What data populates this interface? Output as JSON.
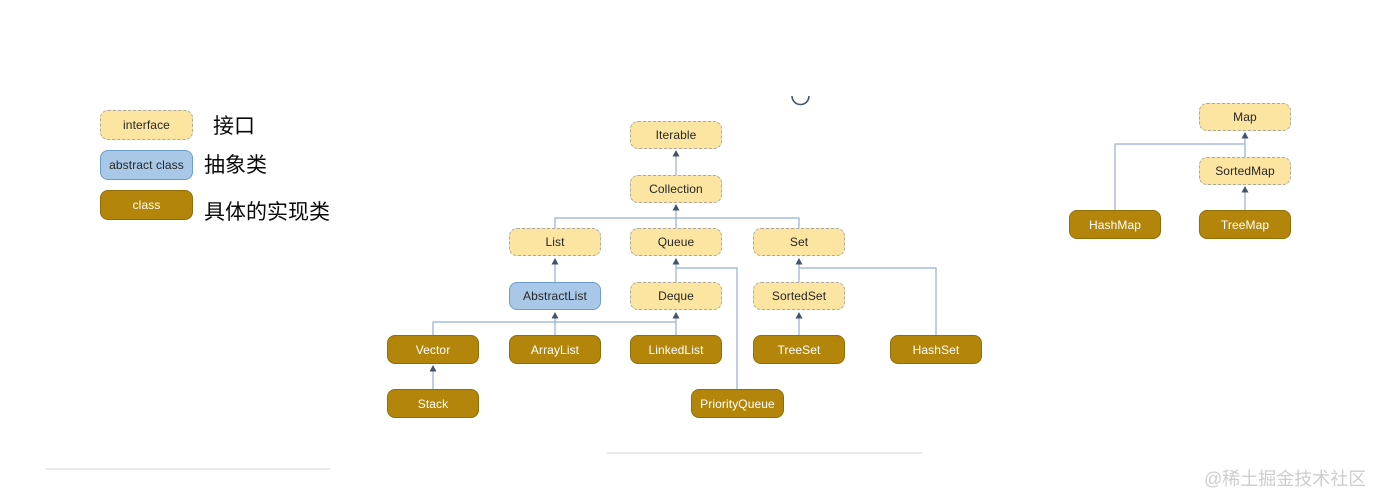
{
  "legend": {
    "items": [
      {
        "box_label": "interface",
        "label": "接口"
      },
      {
        "box_label": "abstract class",
        "label": "抽象类"
      },
      {
        "box_label": "class",
        "label": "具体的实现类"
      }
    ]
  },
  "diagram": {
    "nodes": {
      "iterable": {
        "label": "Iterable",
        "type": "interface"
      },
      "collection": {
        "label": "Collection",
        "type": "interface"
      },
      "list": {
        "label": "List",
        "type": "interface"
      },
      "queue": {
        "label": "Queue",
        "type": "interface"
      },
      "set": {
        "label": "Set",
        "type": "interface"
      },
      "abstractlist": {
        "label": "AbstractList",
        "type": "abstract class"
      },
      "deque": {
        "label": "Deque",
        "type": "interface"
      },
      "sortedset": {
        "label": "SortedSet",
        "type": "interface"
      },
      "vector": {
        "label": "Vector",
        "type": "class"
      },
      "arraylist": {
        "label": "ArrayList",
        "type": "class"
      },
      "linkedlist": {
        "label": "LinkedList",
        "type": "class"
      },
      "treeset": {
        "label": "TreeSet",
        "type": "class"
      },
      "hashset": {
        "label": "HashSet",
        "type": "class"
      },
      "stack": {
        "label": "Stack",
        "type": "class"
      },
      "priorityqueue": {
        "label": "PriorityQueue",
        "type": "class"
      },
      "map": {
        "label": "Map",
        "type": "interface"
      },
      "sortedmap": {
        "label": "SortedMap",
        "type": "interface"
      },
      "hashmap": {
        "label": "HashMap",
        "type": "class"
      },
      "treemap": {
        "label": "TreeMap",
        "type": "class"
      }
    },
    "edges": [
      {
        "child": "Collection",
        "parent": "Iterable"
      },
      {
        "child": "List",
        "parent": "Collection"
      },
      {
        "child": "Queue",
        "parent": "Collection"
      },
      {
        "child": "Set",
        "parent": "Collection"
      },
      {
        "child": "AbstractList",
        "parent": "List"
      },
      {
        "child": "Deque",
        "parent": "Queue"
      },
      {
        "child": "PriorityQueue",
        "parent": "Queue"
      },
      {
        "child": "SortedSet",
        "parent": "Set"
      },
      {
        "child": "HashSet",
        "parent": "Set"
      },
      {
        "child": "Vector",
        "parent": "AbstractList"
      },
      {
        "child": "ArrayList",
        "parent": "AbstractList"
      },
      {
        "child": "LinkedList",
        "parent": "Deque"
      },
      {
        "child": "TreeSet",
        "parent": "SortedSet"
      },
      {
        "child": "Stack",
        "parent": "Vector"
      },
      {
        "child": "SortedMap",
        "parent": "Map"
      },
      {
        "child": "HashMap",
        "parent": "Map"
      },
      {
        "child": "TreeMap",
        "parent": "SortedMap"
      }
    ]
  },
  "colors": {
    "interface_fill": "#FCE4A1",
    "interface_border": "#A9A9A9",
    "abstract_fill": "#A9C8E8",
    "abstract_border": "#6D9CCB",
    "class_fill": "#B3860B",
    "class_border": "#8F6D09",
    "connector_line": "#94AFD4",
    "arrowhead": "#44546A"
  },
  "watermark": "@稀土掘金技术社区"
}
